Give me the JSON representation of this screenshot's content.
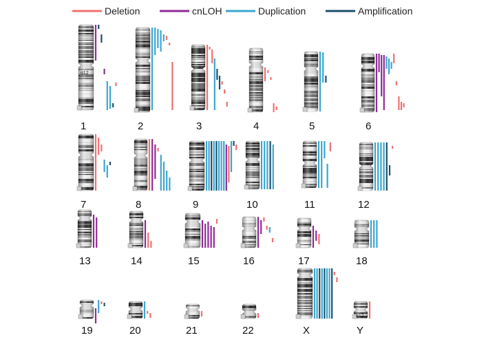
{
  "legend": [
    {
      "key": "deletion",
      "label": "Deletion",
      "color": "#f07070"
    },
    {
      "key": "cnloh",
      "label": "cnLOH",
      "color": "#8e2a96"
    },
    {
      "key": "duplication",
      "label": "Duplication",
      "color": "#3aa6d0"
    },
    {
      "key": "amplification",
      "label": "Amplification",
      "color": "#1c4f6b"
    }
  ],
  "chromosomes": [
    {
      "label": "1",
      "band_label": "q12"
    },
    {
      "label": "2"
    },
    {
      "label": "3"
    },
    {
      "label": "4"
    },
    {
      "label": "5"
    },
    {
      "label": "6"
    },
    {
      "label": "7"
    },
    {
      "label": "8"
    },
    {
      "label": "9"
    },
    {
      "label": "10"
    },
    {
      "label": "11"
    },
    {
      "label": "12"
    },
    {
      "label": "13"
    },
    {
      "label": "14"
    },
    {
      "label": "15"
    },
    {
      "label": "16"
    },
    {
      "label": "17"
    },
    {
      "label": "18"
    },
    {
      "label": "19"
    },
    {
      "label": "20"
    },
    {
      "label": "21"
    },
    {
      "label": "22"
    },
    {
      "label": "X"
    },
    {
      "label": "Y",
      "band_label": "q12"
    }
  ]
}
